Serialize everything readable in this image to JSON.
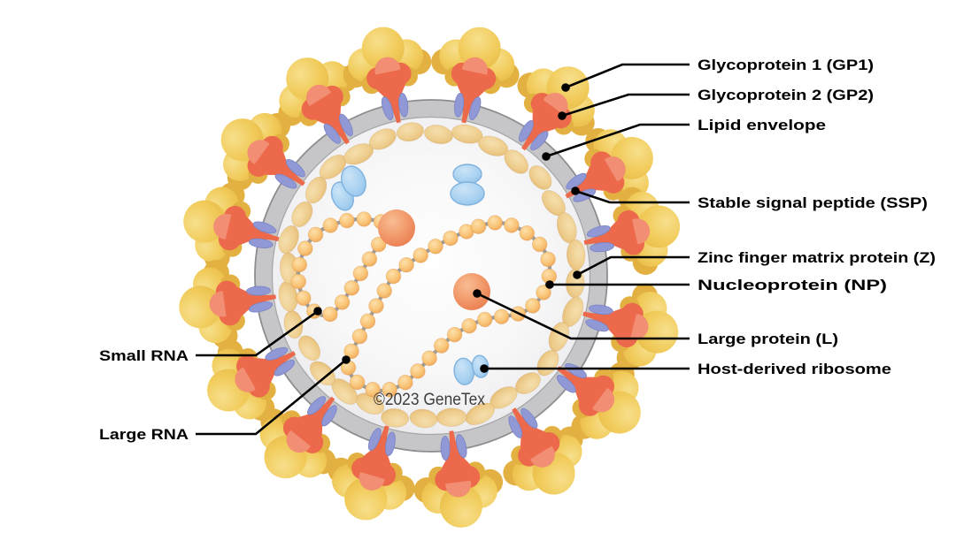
{
  "figure": {
    "watermark": "©2023 GeneTex",
    "labels": {
      "gp1": "Glycoprotein 1 (GP1)",
      "gp2": "Glycoprotein 2 (GP2)",
      "lipid": "Lipid envelope",
      "ssp": "Stable signal peptide (SSP)",
      "z": "Zinc finger matrix protein (Z)",
      "np": "Nucleoprotein (NP)",
      "l": "Large protein (L)",
      "ribosome": "Host-derived ribosome",
      "small_rna": "Small RNA",
      "large_rna": "Large RNA"
    },
    "colors": {
      "gp1_yellow": "#F1CB5C",
      "gp1_yellow_dark": "#E2B142",
      "gp2_red": "#EC6A4B",
      "gp2_red_light": "#F18E74",
      "ssp_purple": "#9098D5",
      "envelope_gray": "#C6C6C8",
      "envelope_border": "#8E8E90",
      "z_matrix_tan": "#EECD8D",
      "np_bead_orange": "#F8C578",
      "l_protein_orange": "#F09467",
      "ribosome_blue": "#A8D1F0",
      "rna_link_gray": "#9B9B9B",
      "text_black": "#000000"
    }
  }
}
